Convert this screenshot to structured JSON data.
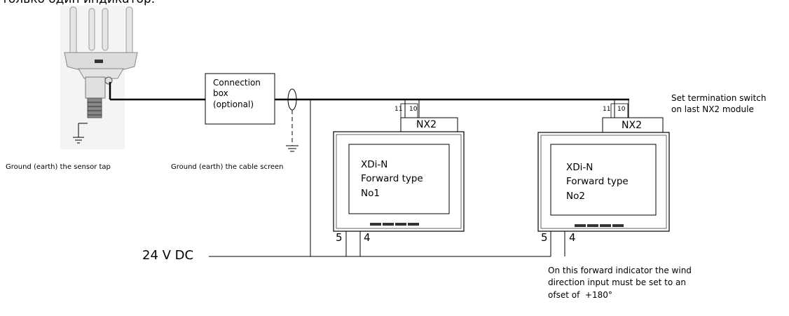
{
  "header_fragment": "только один индикатор.",
  "sensor": {
    "ground_label": "Ground (earth) the sensor tap"
  },
  "cable": {
    "ground_label": "Ground (earth) the cable screen"
  },
  "connection_box": {
    "label": "Connection\nbox\n(optional)"
  },
  "termination_note": "Set termination switch\non last NX2 module",
  "supply": {
    "label": "24 V DC"
  },
  "indicators": [
    {
      "module": "NX2",
      "terminals": [
        "11",
        "10"
      ],
      "screen_text": "XDi-N\nForward type\nNo1",
      "power_terminals": [
        "5",
        "4"
      ]
    },
    {
      "module": "NX2",
      "terminals": [
        "11",
        "10"
      ],
      "screen_text": "XDi-N\nForward type\nNo2",
      "power_terminals": [
        "5",
        "4"
      ]
    }
  ],
  "offset_note": "On this forward indicator the wind\ndirection input must be set to an\nofset of  +180°"
}
